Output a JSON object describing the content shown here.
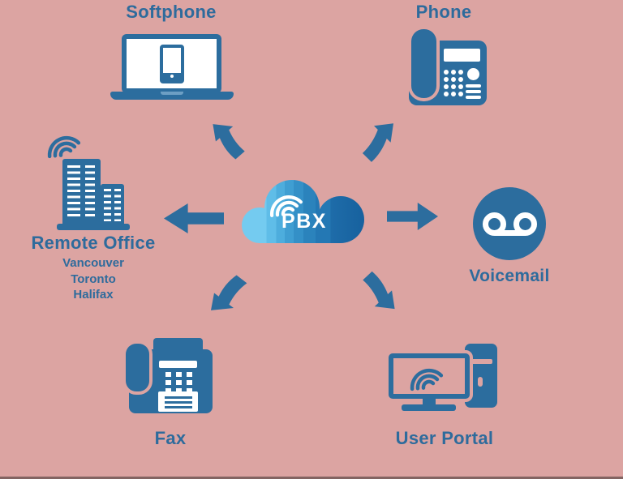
{
  "colors": {
    "background": "#dca4a2",
    "blue": "#2c6d9e",
    "text_blue": "#2e6b9c",
    "white": "#ffffff",
    "cloud_light": "#74cbf0",
    "cloud_dark": "#17619e"
  },
  "cloud": {
    "label": "PBX"
  },
  "nodes": {
    "softphone": {
      "label": "Softphone"
    },
    "phone": {
      "label": "Phone"
    },
    "remote_office": {
      "label": "Remote Office",
      "cities": [
        "Vancouver",
        "Toronto",
        "Halifax"
      ]
    },
    "voicemail": {
      "label": "Voicemail"
    },
    "fax": {
      "label": "Fax"
    },
    "user_portal": {
      "label": "User Portal"
    }
  }
}
